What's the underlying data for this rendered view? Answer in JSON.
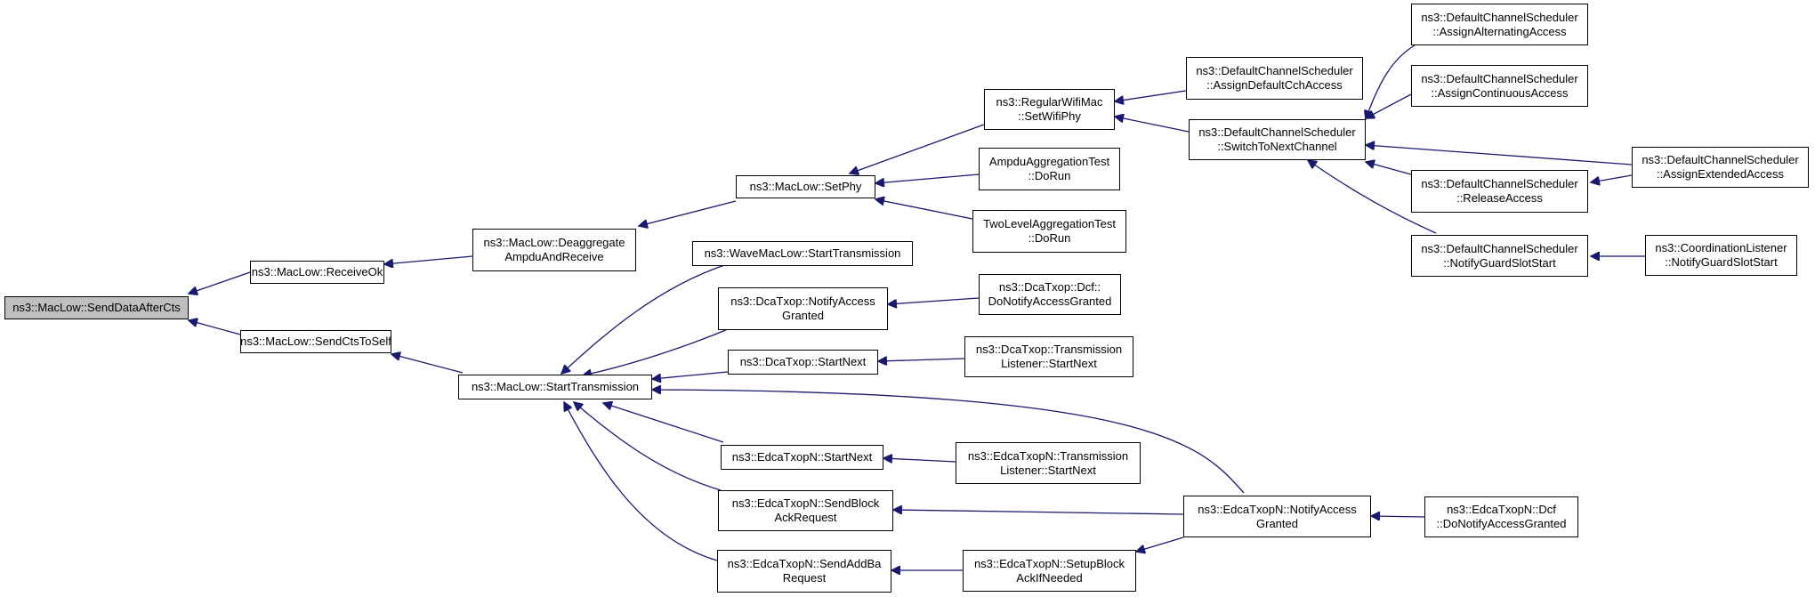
{
  "colors": {
    "edge": "#191970",
    "root_fill": "#bfbfbf",
    "node_border": "#000000"
  },
  "nodes": {
    "send_data_after_cts": {
      "l1": "ns3::MacLow::SendDataAfterCts"
    },
    "receive_ok": {
      "l1": "ns3::MacLow::ReceiveOk"
    },
    "send_cts_to_self": {
      "l1": "ns3::MacLow::SendCtsToSelf"
    },
    "deaggregate": {
      "l1": "ns3::MacLow::Deaggregate",
      "l2": "AmpduAndReceive"
    },
    "start_transmission": {
      "l1": "ns3::MacLow::StartTransmission"
    },
    "set_phy": {
      "l1": "ns3::MacLow::SetPhy"
    },
    "regular_wifi_mac": {
      "l1": "ns3::RegularWifiMac",
      "l2": "::SetWifiPhy"
    },
    "ampdu_test": {
      "l1": "AmpduAggregationTest",
      "l2": "::DoRun"
    },
    "two_level_test": {
      "l1": "TwoLevelAggregationTest",
      "l2": "::DoRun"
    },
    "assign_default_cch": {
      "l1": "ns3::DefaultChannelScheduler",
      "l2": "::AssignDefaultCchAccess"
    },
    "switch_to_next": {
      "l1": "ns3::DefaultChannelScheduler",
      "l2": "::SwitchToNextChannel"
    },
    "assign_alternating": {
      "l1": "ns3::DefaultChannelScheduler",
      "l2": "::AssignAlternatingAccess"
    },
    "assign_continuous": {
      "l1": "ns3::DefaultChannelScheduler",
      "l2": "::AssignContinuousAccess"
    },
    "release_access": {
      "l1": "ns3::DefaultChannelScheduler",
      "l2": "::ReleaseAccess"
    },
    "assign_extended": {
      "l1": "ns3::DefaultChannelScheduler",
      "l2": "::AssignExtendedAccess"
    },
    "notify_guard_slot": {
      "l1": "ns3::DefaultChannelScheduler",
      "l2": "::NotifyGuardSlotStart"
    },
    "coordination_listener": {
      "l1": "ns3::CoordinationListener",
      "l2": "::NotifyGuardSlotStart"
    },
    "wave_start_tx": {
      "l1": "ns3::WaveMacLow::StartTransmission"
    },
    "dca_notify_access": {
      "l1": "ns3::DcaTxop::NotifyAccess",
      "l2": "Granted"
    },
    "dca_dcf_notify": {
      "l1": "ns3::DcaTxop::Dcf::",
      "l2": "DoNotifyAccessGranted"
    },
    "dca_start_next": {
      "l1": "ns3::DcaTxop::StartNext"
    },
    "dca_tx_listener": {
      "l1": "ns3::DcaTxop::Transmission",
      "l2": "Listener::StartNext"
    },
    "edca_start_next": {
      "l1": "ns3::EdcaTxopN::StartNext"
    },
    "edca_tx_listener": {
      "l1": "ns3::EdcaTxopN::Transmission",
      "l2": "Listener::StartNext"
    },
    "edca_send_block_ack": {
      "l1": "ns3::EdcaTxopN::SendBlock",
      "l2": "AckRequest"
    },
    "edca_notify_access": {
      "l1": "ns3::EdcaTxopN::NotifyAccess",
      "l2": "Granted"
    },
    "edca_dcf_notify": {
      "l1": "ns3::EdcaTxopN::Dcf",
      "l2": "::DoNotifyAccessGranted"
    },
    "edca_send_addba": {
      "l1": "ns3::EdcaTxopN::SendAddBa",
      "l2": "Request"
    },
    "edca_setup_block_ack": {
      "l1": "ns3::EdcaTxopN::SetupBlock",
      "l2": "AckIfNeeded"
    }
  }
}
